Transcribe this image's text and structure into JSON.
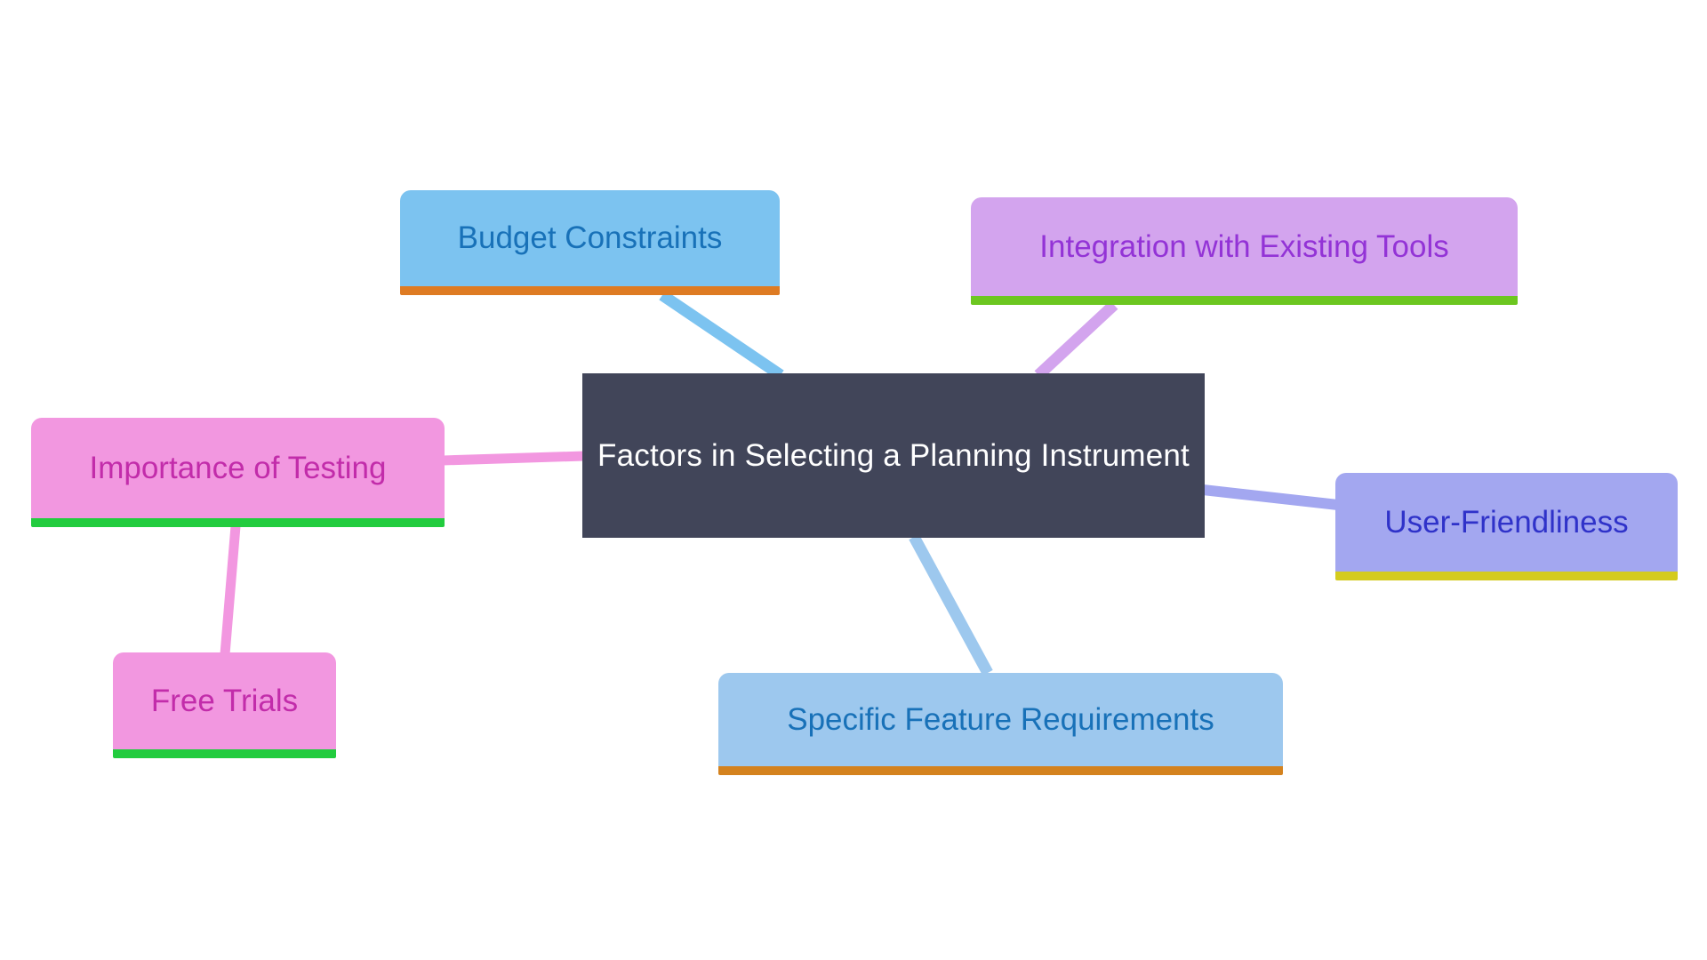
{
  "diagram": {
    "type": "mind-map",
    "background_color": "#ffffff",
    "central_node": {
      "id": "central",
      "label": "Factors in Selecting a Planning Instrument",
      "fill": "#414559",
      "text_color": "#ffffff"
    },
    "nodes": [
      {
        "id": "budget",
        "label": "Budget Constraints",
        "fill": "#7CC3F0",
        "text_color": "#1871B8",
        "accent_color": "#DE7B23",
        "parent": "central"
      },
      {
        "id": "integration",
        "label": "Integration with Existing Tools",
        "fill": "#D3A4EE",
        "text_color": "#9333D6",
        "accent_color": "#6CC620",
        "parent": "central"
      },
      {
        "id": "testing",
        "label": "Importance of Testing",
        "fill": "#F297E0",
        "text_color": "#C22CAA",
        "accent_color": "#22CC3E",
        "parent": "central"
      },
      {
        "id": "freetrials",
        "label": "Free Trials",
        "fill": "#F297E0",
        "text_color": "#C22CAA",
        "accent_color": "#22CC3E",
        "parent": "testing"
      },
      {
        "id": "userfriendly",
        "label": "User-Friendliness",
        "fill": "#A3A7F0",
        "text_color": "#2F32C9",
        "accent_color": "#D4CB1E",
        "parent": "central"
      },
      {
        "id": "features",
        "label": "Specific Feature Requirements",
        "fill": "#9DC8EE",
        "text_color": "#1871B8",
        "accent_color": "#D4821E",
        "parent": "central"
      }
    ],
    "edges": [
      {
        "from": "budget",
        "to": "central",
        "color": "#7CC3F0"
      },
      {
        "from": "integration",
        "to": "central",
        "color": "#D3A4EE"
      },
      {
        "from": "testing",
        "to": "central",
        "color": "#F297E0"
      },
      {
        "from": "testing",
        "to": "freetrials",
        "color": "#F297E0"
      },
      {
        "from": "central",
        "to": "userfriendly",
        "color": "#A3A7F0"
      },
      {
        "from": "central",
        "to": "features",
        "color": "#9DC8EE"
      }
    ]
  }
}
